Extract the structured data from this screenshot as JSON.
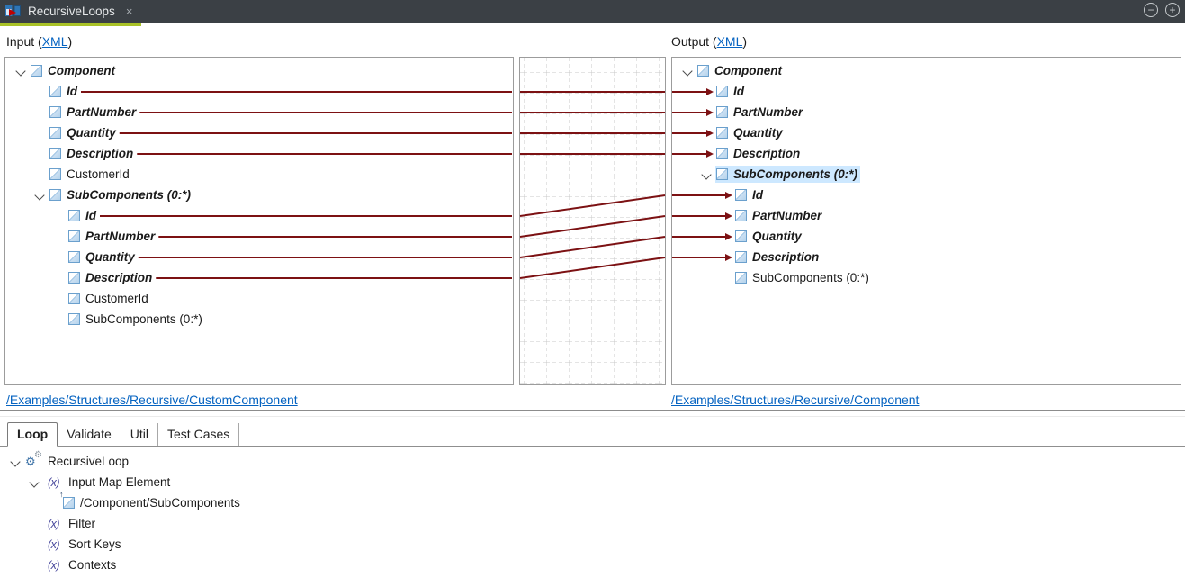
{
  "titlebar": {
    "title": "RecursiveLoops",
    "close_glyph": "×",
    "minimize_glyph": "−",
    "maximize_glyph": "+"
  },
  "headers": {
    "input_prefix": "Input (",
    "input_link": "XML",
    "input_suffix": ")",
    "output_prefix": "Output (",
    "output_link": "XML",
    "output_suffix": ")"
  },
  "icons": {
    "fx_glyph": "(x)",
    "gear_glyph": "⚙",
    "up_arrow_glyph": "↑"
  },
  "colors": {
    "titlebar_bg": "#3b4045",
    "accent_underline": "#a9c227",
    "map_line": "#7c1113",
    "selection": "#cde8ff",
    "link": "#0563c1",
    "panel_border": "#9c9c9c",
    "grid_line": "#c8c8c8"
  },
  "input_tree": {
    "path_link": "/Examples/Structures/Recursive/CustomComponent",
    "items": [
      {
        "id": "component",
        "label": "Component",
        "indent": 0,
        "chevron": true,
        "mapped": true,
        "icon": "element"
      },
      {
        "id": "id",
        "label": "Id",
        "indent": 1,
        "chevron": false,
        "mapped": true,
        "icon": "element"
      },
      {
        "id": "partnumber",
        "label": "PartNumber",
        "indent": 1,
        "chevron": false,
        "mapped": true,
        "icon": "element"
      },
      {
        "id": "quantity",
        "label": "Quantity",
        "indent": 1,
        "chevron": false,
        "mapped": true,
        "icon": "element"
      },
      {
        "id": "description",
        "label": "Description",
        "indent": 1,
        "chevron": false,
        "mapped": true,
        "icon": "element"
      },
      {
        "id": "customerid",
        "label": "CustomerId",
        "indent": 1,
        "chevron": false,
        "mapped": false,
        "icon": "element"
      },
      {
        "id": "subcomponents",
        "label": "SubComponents (0:*)",
        "indent": 1,
        "chevron": true,
        "mapped": true,
        "icon": "element"
      },
      {
        "id": "sub-id",
        "label": "Id",
        "indent": 2,
        "chevron": false,
        "mapped": true,
        "icon": "element"
      },
      {
        "id": "sub-partnumber",
        "label": "PartNumber",
        "indent": 2,
        "chevron": false,
        "mapped": true,
        "icon": "element"
      },
      {
        "id": "sub-quantity",
        "label": "Quantity",
        "indent": 2,
        "chevron": false,
        "mapped": true,
        "icon": "element"
      },
      {
        "id": "sub-description",
        "label": "Description",
        "indent": 2,
        "chevron": false,
        "mapped": true,
        "icon": "element"
      },
      {
        "id": "sub-customerid",
        "label": "CustomerId",
        "indent": 2,
        "chevron": false,
        "mapped": false,
        "icon": "element"
      },
      {
        "id": "sub-subcomponents",
        "label": "SubComponents (0:*)",
        "indent": 2,
        "chevron": false,
        "mapped": false,
        "icon": "element"
      }
    ]
  },
  "output_tree": {
    "path_link": "/Examples/Structures/Recursive/Component",
    "items": [
      {
        "id": "component",
        "label": "Component",
        "indent": 0,
        "chevron": true,
        "mapped": true,
        "icon": "element"
      },
      {
        "id": "id",
        "label": "Id",
        "indent": 1,
        "chevron": false,
        "mapped": true,
        "icon": "element"
      },
      {
        "id": "partnumber",
        "label": "PartNumber",
        "indent": 1,
        "chevron": false,
        "mapped": true,
        "icon": "element"
      },
      {
        "id": "quantity",
        "label": "Quantity",
        "indent": 1,
        "chevron": false,
        "mapped": true,
        "icon": "element"
      },
      {
        "id": "description",
        "label": "Description",
        "indent": 1,
        "chevron": false,
        "mapped": true,
        "icon": "element"
      },
      {
        "id": "subcomponents",
        "label": "SubComponents (0:*)",
        "indent": 1,
        "chevron": true,
        "mapped": true,
        "icon": "element",
        "selected": true
      },
      {
        "id": "sub-id",
        "label": "Id",
        "indent": 2,
        "chevron": false,
        "mapped": true,
        "icon": "element"
      },
      {
        "id": "sub-partnumber",
        "label": "PartNumber",
        "indent": 2,
        "chevron": false,
        "mapped": true,
        "icon": "element"
      },
      {
        "id": "sub-quantity",
        "label": "Quantity",
        "indent": 2,
        "chevron": false,
        "mapped": true,
        "icon": "element"
      },
      {
        "id": "sub-description",
        "label": "Description",
        "indent": 2,
        "chevron": false,
        "mapped": true,
        "icon": "element"
      },
      {
        "id": "sub-subcomponents",
        "label": "SubComponents (0:*)",
        "indent": 2,
        "chevron": false,
        "mapped": false,
        "icon": "element"
      }
    ]
  },
  "connections": [
    {
      "from": "id",
      "to": "id"
    },
    {
      "from": "partnumber",
      "to": "partnumber"
    },
    {
      "from": "quantity",
      "to": "quantity"
    },
    {
      "from": "description",
      "to": "description"
    },
    {
      "from": "sub-id",
      "to": "sub-id"
    },
    {
      "from": "sub-partnumber",
      "to": "sub-partnumber"
    },
    {
      "from": "sub-quantity",
      "to": "sub-quantity"
    },
    {
      "from": "sub-description",
      "to": "sub-description"
    }
  ],
  "bottom": {
    "tabs": [
      {
        "label": "Loop",
        "active": true
      },
      {
        "label": "Validate",
        "active": false
      },
      {
        "label": "Util",
        "active": false
      },
      {
        "label": "Test Cases",
        "active": false
      }
    ],
    "tree": [
      {
        "id": "recursiveloop",
        "label": "RecursiveLoop",
        "indent": 0,
        "chevron": true,
        "icon": "gears"
      },
      {
        "id": "input-map-element",
        "label": "Input Map Element",
        "indent": 1,
        "chevron": true,
        "icon": "fx"
      },
      {
        "id": "component-subcomponents",
        "label": "/Component/SubComponents",
        "indent": 2,
        "chevron": false,
        "icon": "element-up"
      },
      {
        "id": "filter",
        "label": "Filter",
        "indent": 1,
        "chevron": false,
        "icon": "fx"
      },
      {
        "id": "sort-keys",
        "label": "Sort Keys",
        "indent": 1,
        "chevron": false,
        "icon": "fx"
      },
      {
        "id": "contexts",
        "label": "Contexts",
        "indent": 1,
        "chevron": false,
        "icon": "fx"
      }
    ]
  }
}
